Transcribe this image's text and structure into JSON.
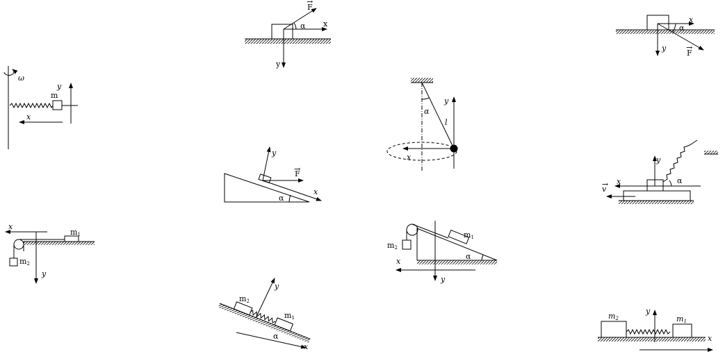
{
  "colors": {
    "stroke": "#000000",
    "background": "#ffffff"
  },
  "labels": {
    "omega": "ω",
    "x": "x",
    "y": "y",
    "m": "m",
    "m1": "m",
    "m2": "m",
    "sub1": "1",
    "sub2": "2",
    "F": "F",
    "v": "v",
    "alpha": "α",
    "l": "l",
    "arrow_accent": "→"
  }
}
